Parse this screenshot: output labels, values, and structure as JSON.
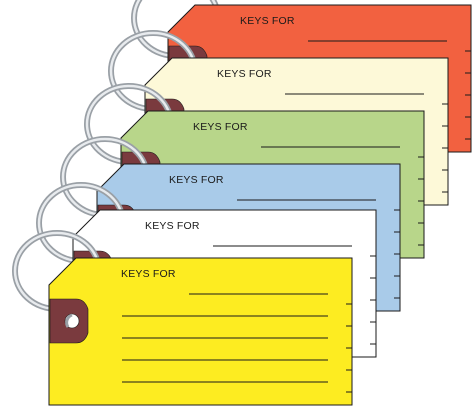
{
  "tags": [
    {
      "label": "KEYS FOR",
      "color": "#f26140",
      "color_name": "orange-red"
    },
    {
      "label": "KEYS FOR",
      "color": "#fdf9d8",
      "color_name": "cream"
    },
    {
      "label": "KEYS FOR",
      "color": "#b8d68a",
      "color_name": "light-green"
    },
    {
      "label": "KEYS FOR",
      "color": "#a9cbe9",
      "color_name": "light-blue"
    },
    {
      "label": "KEYS FOR",
      "color": "#ffffff",
      "color_name": "white"
    },
    {
      "label": "KEYS FOR",
      "color": "#fdec21",
      "color_name": "yellow"
    }
  ],
  "colors": {
    "reinforcement_patch": "#7a3a3e",
    "ring_outer": "#9aa0a6",
    "ring_inner": "#e8ebee",
    "outline": "#1a1a1a"
  },
  "icons": [
    "key-ring-icon",
    "tag-reinforcement-patch"
  ]
}
